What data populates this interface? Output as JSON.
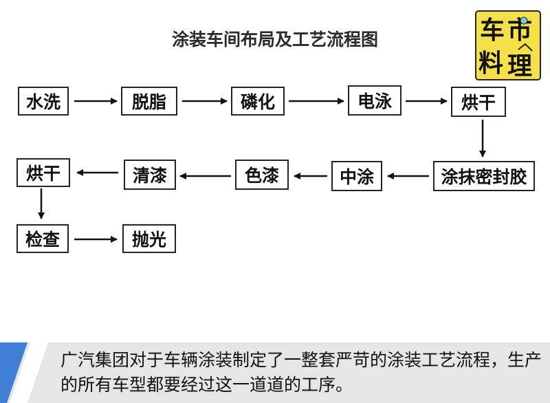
{
  "title": "涂装车间布局及工艺流程图",
  "steps": {
    "water_wash": "水洗",
    "degrease": "脱脂",
    "phosphating": "磷化",
    "electrocoat": "电泳",
    "dry_1": "烘干",
    "sealant": "涂抹密封胶",
    "primer": "中涂",
    "color_coat": "色漆",
    "clear_coat": "清漆",
    "dry_2": "烘干",
    "inspection": "检查",
    "polishing": "抛光"
  },
  "logo": {
    "chars": [
      "车",
      "市",
      "料",
      "理"
    ],
    "bg_color": "#f5e04a"
  },
  "caption": "广汽集团对于车辆涂装制定了一整套严苛的涂装工艺流程，生产的所有车型都要经过这一道道的工序。",
  "colors": {
    "accent_blue": "#3f7fd6",
    "caption_bg": "#e6e6e6"
  }
}
